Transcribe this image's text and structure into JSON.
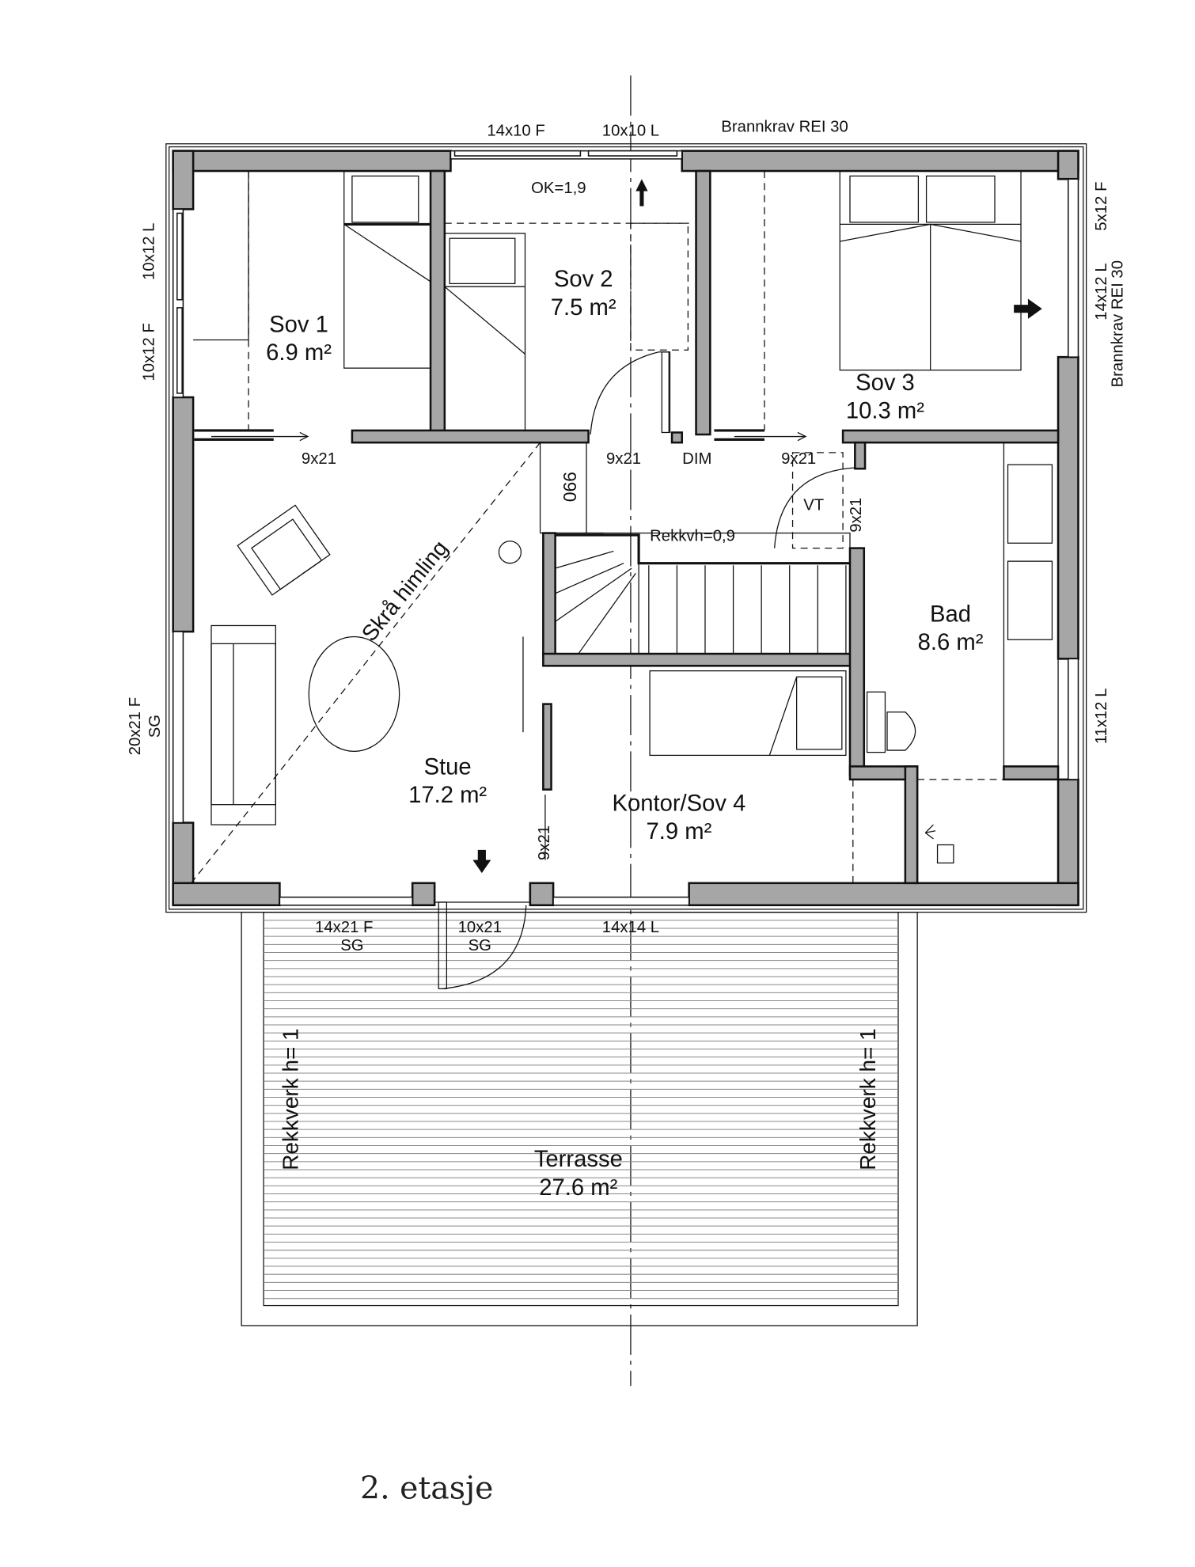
{
  "title": "2. etasje",
  "rooms": {
    "sov1": {
      "name": "Sov 1",
      "area": "6.9 m²"
    },
    "sov2": {
      "name": "Sov 2",
      "area": "7.5 m²"
    },
    "sov3": {
      "name": "Sov 3",
      "area": "10.3 m²"
    },
    "bad": {
      "name": "Bad",
      "area": "8.6 m²"
    },
    "stue": {
      "name": "Stue",
      "area": "17.2 m²"
    },
    "kontor": {
      "name": "Kontor/Sov 4",
      "area": "7.9 m²"
    },
    "terrasse": {
      "name": "Terrasse",
      "area": "27.6 m²"
    }
  },
  "annotations": {
    "win_top_left": "14x10 F",
    "win_top_right": "10x10 L",
    "fire_top": "Brannkrav REI 30",
    "fire_right": "Brannkrav REI 30",
    "ok": "OK=1,9",
    "win_left_1": "10x12 L",
    "win_left_2": "10x12 F",
    "win_left_3a": "20x21 F",
    "win_left_3b": "SG",
    "win_right_1": "5x12 F",
    "win_right_2": "14x12 L",
    "win_right_3": "11x12 L",
    "door_sov1": "9x21",
    "door_sov2": "9x21",
    "dim": "DIM",
    "door_sov3": "9x21",
    "door_bad": "9x21",
    "vt": "VT",
    "dim_990": "990",
    "rekkvh": "Rekkvh=0,9",
    "skra": "Skrå himling",
    "door_kontor": "9x21",
    "win_bottom_1a": "14x21 F",
    "win_bottom_1b": "SG",
    "door_bottom_a": "10x21",
    "door_bottom_b": "SG",
    "win_bottom_2": "14x14 L",
    "rekkverk_left": "Rekkverk h= 1",
    "rekkverk_right": "Rekkverk h= 1"
  }
}
